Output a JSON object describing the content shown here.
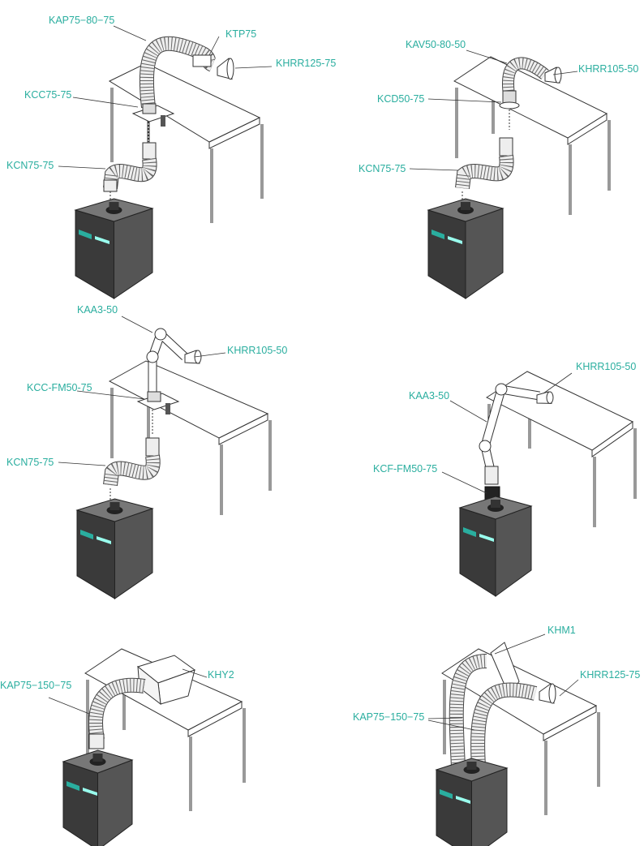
{
  "label_color": "#2aae9f",
  "panels": [
    {
      "id": "p1",
      "labels": [
        "KAP75−80−75",
        "KTP75",
        "KHRR125-75",
        "KCC75-75",
        "KCN75-75"
      ]
    },
    {
      "id": "p2",
      "labels": [
        "KAV50-80-50",
        "KHRR105-50",
        "KCD50-75",
        "KCN75-75"
      ]
    },
    {
      "id": "p3",
      "labels": [
        "KAA3-50",
        "KHRR105-50",
        "KCC-FM50-75",
        "KCN75-75"
      ]
    },
    {
      "id": "p4",
      "labels": [
        "KHRR105-50",
        "KAA3-50",
        "KCF-FM50-75"
      ]
    },
    {
      "id": "p5",
      "labels": [
        "KHY2",
        "KAP75−150−75"
      ]
    },
    {
      "id": "p6",
      "labels": [
        "KHM1",
        "KHRR125-75",
        "KAP75−150−75"
      ]
    }
  ]
}
